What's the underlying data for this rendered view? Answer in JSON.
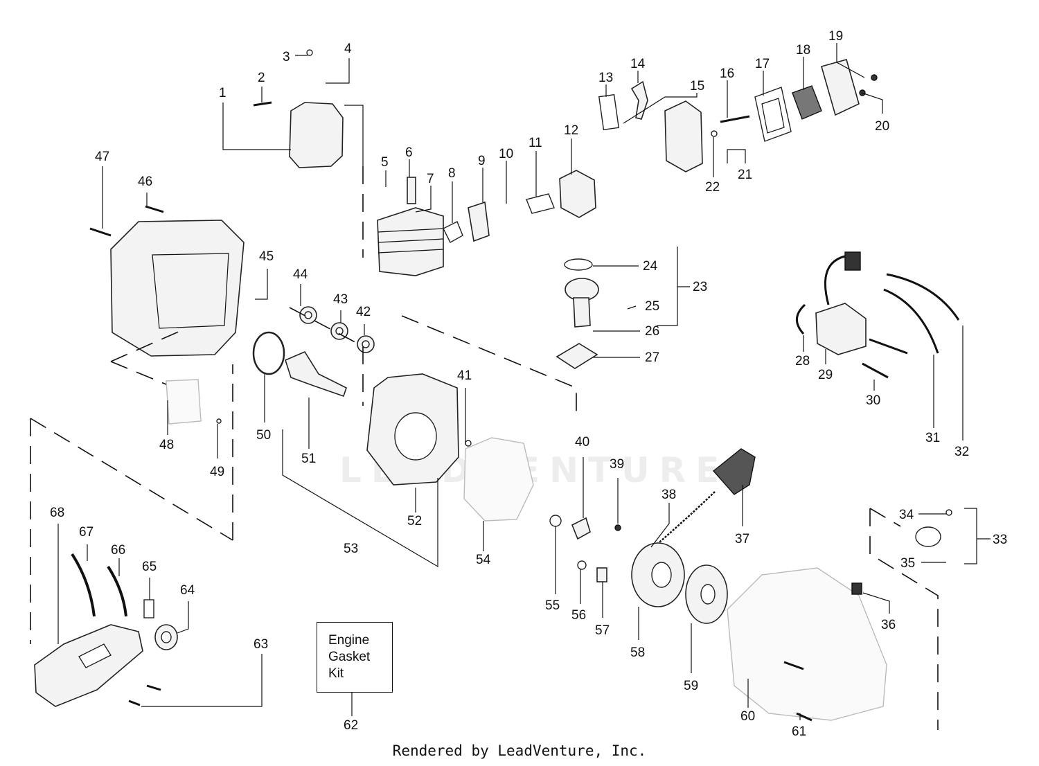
{
  "labels": [
    "1",
    "2",
    "3",
    "4",
    "5",
    "6",
    "7",
    "8",
    "9",
    "10",
    "11",
    "12",
    "13",
    "14",
    "15",
    "16",
    "17",
    "18",
    "19",
    "20",
    "21",
    "22",
    "23",
    "24",
    "25",
    "26",
    "27",
    "28",
    "29",
    "30",
    "31",
    "32",
    "33",
    "34",
    "35",
    "36",
    "37",
    "38",
    "39",
    "40",
    "41",
    "42",
    "43",
    "44",
    "45",
    "46",
    "47",
    "48",
    "49",
    "50",
    "51",
    "52",
    "53",
    "54",
    "55",
    "56",
    "57",
    "58",
    "59",
    "60",
    "61",
    "62",
    "63",
    "64",
    "65",
    "66",
    "67",
    "68"
  ],
  "kit_box": {
    "line1": "Engine",
    "line2": "Gasket",
    "line3": "Kit"
  },
  "watermark": "LEADVENTURE",
  "footer": "Rendered by LeadVenture, Inc."
}
